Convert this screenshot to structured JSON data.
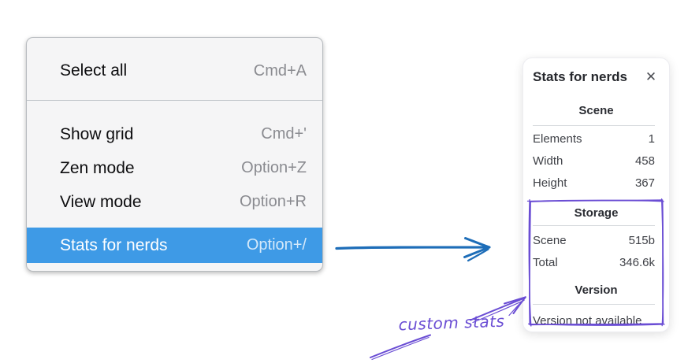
{
  "menu": {
    "groups": [
      {
        "items": [
          {
            "label": "Select all",
            "shortcut": "Cmd+A"
          }
        ]
      },
      {
        "items": [
          {
            "label": "Show grid",
            "shortcut": "Cmd+'"
          },
          {
            "label": "Zen mode",
            "shortcut": "Option+Z"
          },
          {
            "label": "View mode",
            "shortcut": "Option+R"
          },
          {
            "label": "Stats for nerds",
            "shortcut": "Option+/",
            "highlighted": true
          }
        ]
      }
    ],
    "highlight_color": "#3e9ae6"
  },
  "stats_panel": {
    "title": "Stats for nerds",
    "close_glyph": "✕",
    "sections": [
      {
        "header": "Scene",
        "rows": [
          [
            "Elements",
            "1"
          ],
          [
            "Width",
            "458"
          ],
          [
            "Height",
            "367"
          ]
        ]
      },
      {
        "header": "Storage",
        "rows": [
          [
            "Scene",
            "515b"
          ],
          [
            "Total",
            "346.6k"
          ]
        ]
      },
      {
        "header": "Version",
        "note": "Version not available"
      }
    ]
  },
  "annotations": {
    "label": "custom stats",
    "blue_arrow_color": "#1d6db8",
    "purple_color": "#6a4dd4"
  }
}
